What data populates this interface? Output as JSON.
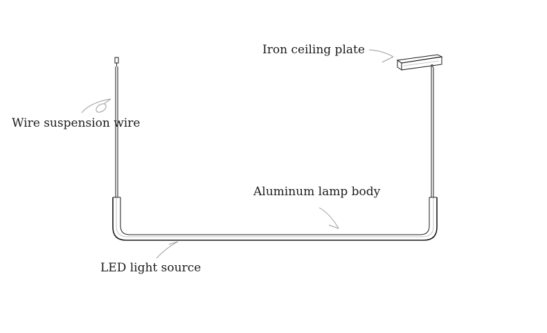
{
  "labels": {
    "iron_ceiling_plate": "Iron ceiling plate",
    "wire_suspension": "Wire suspension wire",
    "aluminum_body": "Aluminum lamp body",
    "led_source": "LED light source"
  },
  "colors": {
    "line": "#1a1a1a",
    "leader": "#9a9a9a",
    "background": "#ffffff"
  }
}
